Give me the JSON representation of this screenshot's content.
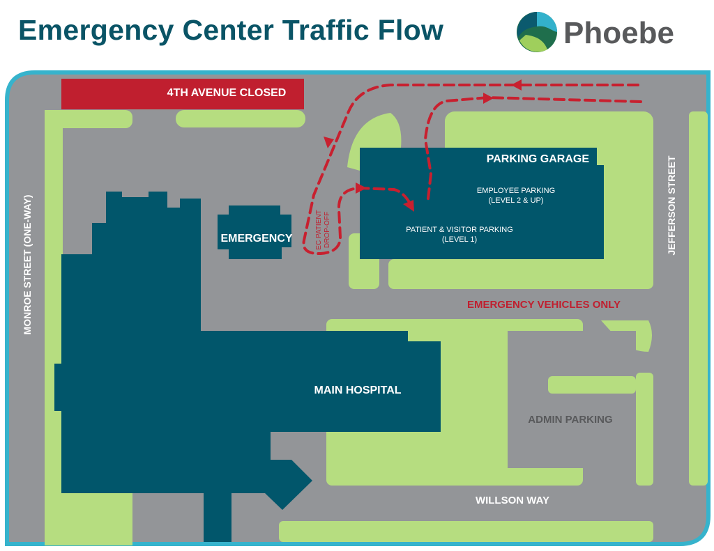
{
  "header": {
    "title": "Emergency Center Traffic Flow",
    "logo_text": "Phoebe"
  },
  "colors": {
    "building": "#01566b",
    "green": "#b6dd80",
    "road": "#939598",
    "border": "#36b3cc",
    "alert_red": "#c01f2f",
    "title": "#0a5466"
  },
  "map": {
    "closed_road": "4TH AVENUE CLOSED",
    "streets": {
      "left": "MONROE STREET (ONE-WAY)",
      "right": "JEFFERSON STREET",
      "bottom": "WILLSON WAY"
    },
    "buildings": {
      "emergency": "EMERGENCY",
      "main_hospital": "MAIN HOSPITAL",
      "garage": "PARKING GARAGE",
      "garage_employee_1": "EMPLOYEE PARKING",
      "garage_employee_2": "(LEVEL 2 & UP)",
      "garage_patient_1": "PATIENT & VISITOR PARKING",
      "garage_patient_2": "(LEVEL 1)"
    },
    "dropoff_1": "EC PATIENT",
    "dropoff_2": "DROP-OFF",
    "emergency_only": "EMERGENCY VEHICLES ONLY",
    "admin_parking": "ADMIN PARKING"
  }
}
